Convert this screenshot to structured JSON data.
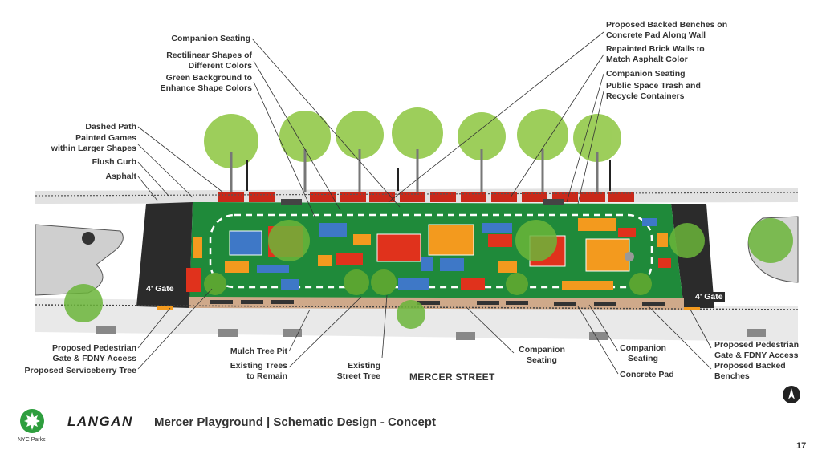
{
  "labels_left": [
    {
      "id": "companion-seating-top",
      "text": "Companion Seating"
    },
    {
      "id": "rectilinear-shapes",
      "text": "Rectilinear Shapes of\nDifferent Colors"
    },
    {
      "id": "green-background",
      "text": "Green Background to\nEnhance Shape Colors"
    },
    {
      "id": "dashed-path",
      "text": "Dashed Path"
    },
    {
      "id": "painted-games",
      "text": "Painted Games\nwithin Larger Shapes"
    },
    {
      "id": "flush-curb",
      "text": "Flush Curb"
    },
    {
      "id": "asphalt",
      "text": "Asphalt"
    }
  ],
  "labels_right": [
    {
      "id": "proposed-backed-benches-wall",
      "text": "Proposed Backed Benches on\nConcrete Pad Along Wall"
    },
    {
      "id": "repainted-brick-walls",
      "text": "Repainted Brick Walls to\nMatch Asphalt Color"
    },
    {
      "id": "companion-seating-right",
      "text": "Companion Seating"
    },
    {
      "id": "trash-recycle",
      "text": "Public Space Trash and\nRecycle Containers"
    }
  ],
  "labels_bottom": [
    {
      "id": "ped-gate-left",
      "text": "Proposed Pedestrian\nGate & FDNY Access"
    },
    {
      "id": "serviceberry",
      "text": "Proposed Serviceberry Tree"
    },
    {
      "id": "mulch-pit",
      "text": "Mulch Tree Pit"
    },
    {
      "id": "existing-trees",
      "text": "Existing Trees\nto Remain"
    },
    {
      "id": "existing-street-tree",
      "text": "Existing\nStreet Tree"
    },
    {
      "id": "companion-seating-b1",
      "text": "Companion\nSeating"
    },
    {
      "id": "companion-seating-b2",
      "text": "Companion\nSeating"
    },
    {
      "id": "concrete-pad",
      "text": "Concrete Pad"
    },
    {
      "id": "ped-gate-right",
      "text": "Proposed Pedestrian\nGate & FDNY Access"
    },
    {
      "id": "backed-benches",
      "text": "Proposed Backed\nBenches"
    }
  ],
  "gates": {
    "left": "4' Gate",
    "right": "4' Gate"
  },
  "street_name": "MERCER STREET",
  "footer": {
    "logo_text": "NYC Parks",
    "company": "LANGAN",
    "title": "Mercer Playground  |  Schematic Design - Concept",
    "page": "17"
  },
  "colors": {
    "green": "#1f8a3a",
    "red": "#e0321c",
    "orange": "#f39a1e",
    "blue": "#3e78c7",
    "asphalt": "#2d2d2d",
    "pavement": "#e6e6e6"
  }
}
